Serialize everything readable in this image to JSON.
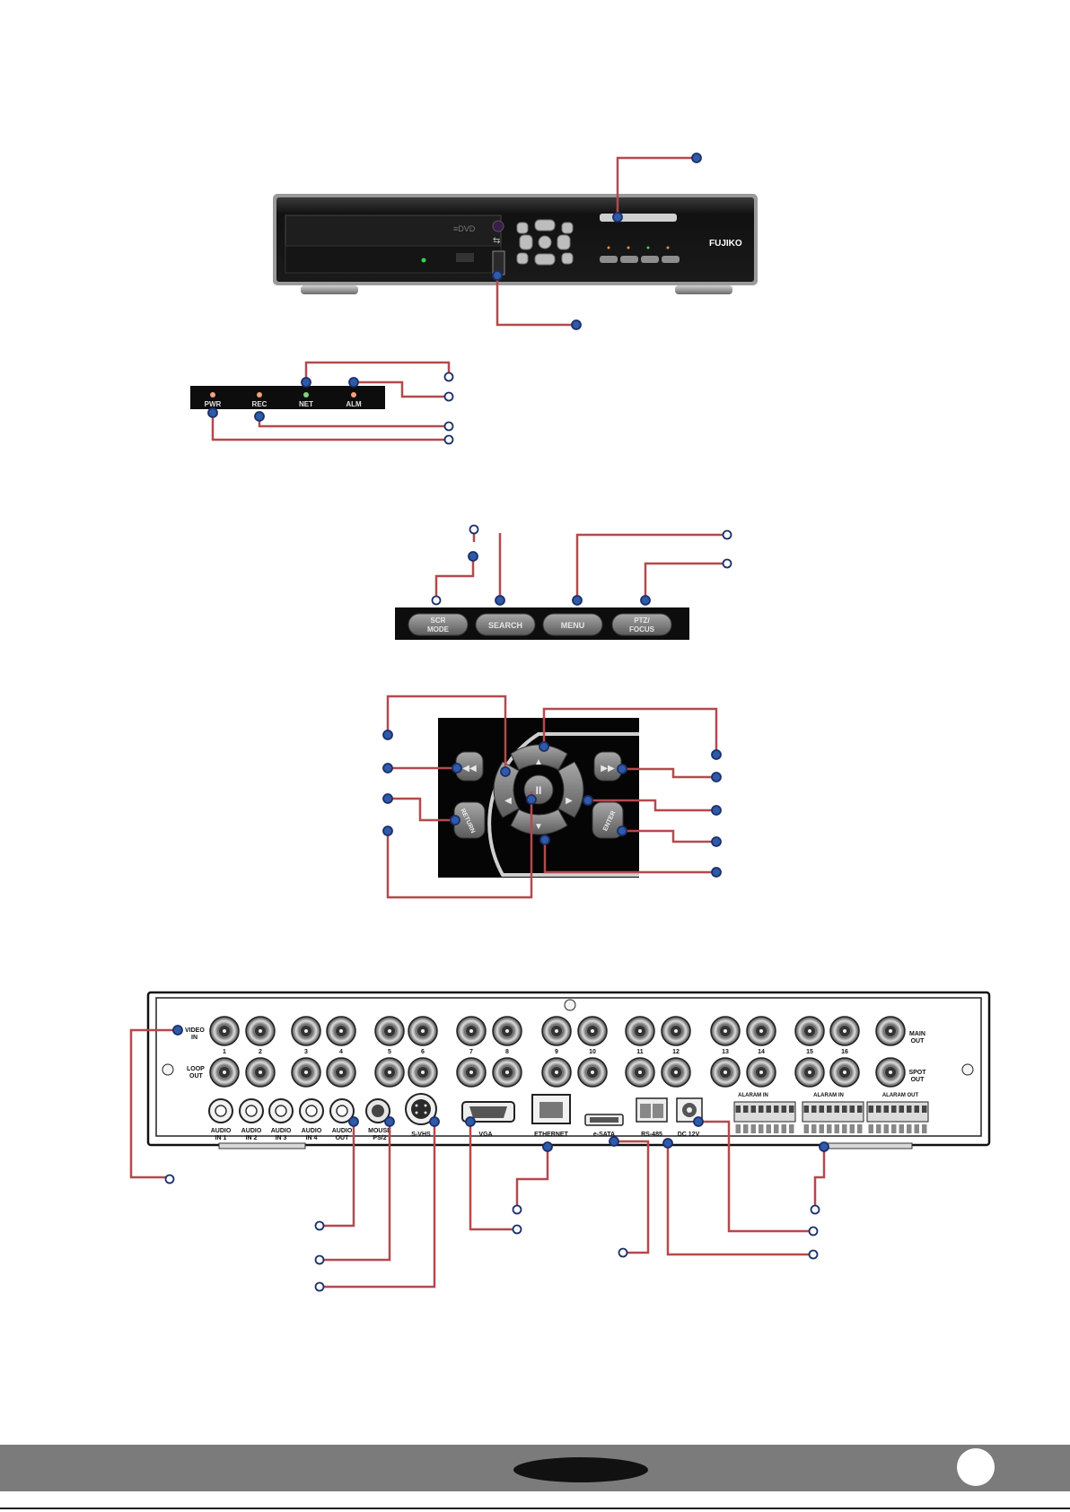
{
  "brand": "FUJIKO",
  "led_panel": {
    "leds": [
      "PWR",
      "REC",
      "NET",
      "ALM"
    ]
  },
  "function_buttons": [
    {
      "line1": "SCR",
      "line2": "MODE"
    },
    {
      "line1": "SEARCH",
      "line2": ""
    },
    {
      "line1": "MENU",
      "line2": ""
    },
    {
      "line1": "PTZ/",
      "line2": "FOCUS"
    }
  ],
  "nav_pad": {
    "return_label": "RETURN",
    "enter_label": "ENTER"
  },
  "rear_panel": {
    "video_in": {
      "l1": "VIDEO",
      "l2": "IN"
    },
    "loop_out": {
      "l1": "LOOP",
      "l2": "OUT"
    },
    "main_out": {
      "l1": "MAIN",
      "l2": "OUT"
    },
    "spot_out": {
      "l1": "SPOT",
      "l2": "OUT"
    },
    "channels": [
      "1",
      "2",
      "3",
      "4",
      "5",
      "6",
      "7",
      "8",
      "9",
      "10",
      "11",
      "12",
      "13",
      "14",
      "15",
      "16"
    ],
    "audio": [
      {
        "l1": "AUDIO",
        "l2": "IN 1"
      },
      {
        "l1": "AUDIO",
        "l2": "IN 2"
      },
      {
        "l1": "AUDIO",
        "l2": "IN 3"
      },
      {
        "l1": "AUDIO",
        "l2": "IN 4"
      },
      {
        "l1": "AUDIO",
        "l2": "OUT"
      }
    ],
    "mouse": {
      "l1": "MOUSE",
      "l2": "PS/2"
    },
    "svhs": "S-VHS",
    "vga": "VGA",
    "ethernet": "ETHERNET",
    "esata": "e-SATA",
    "rs485": "RS-485",
    "dc": "DC 12V",
    "alarm_in_1": "ALARAM IN",
    "alarm_in_2": "ALARAM IN",
    "alarm_out": "ALARAM OUT"
  },
  "colors": {
    "callout_line": "#b5494d",
    "dot_fill": "#2f5aa8",
    "dot_stroke": "#1b2f6b",
    "panel": "#0c0c0c",
    "footer": "#7b7b7b"
  }
}
